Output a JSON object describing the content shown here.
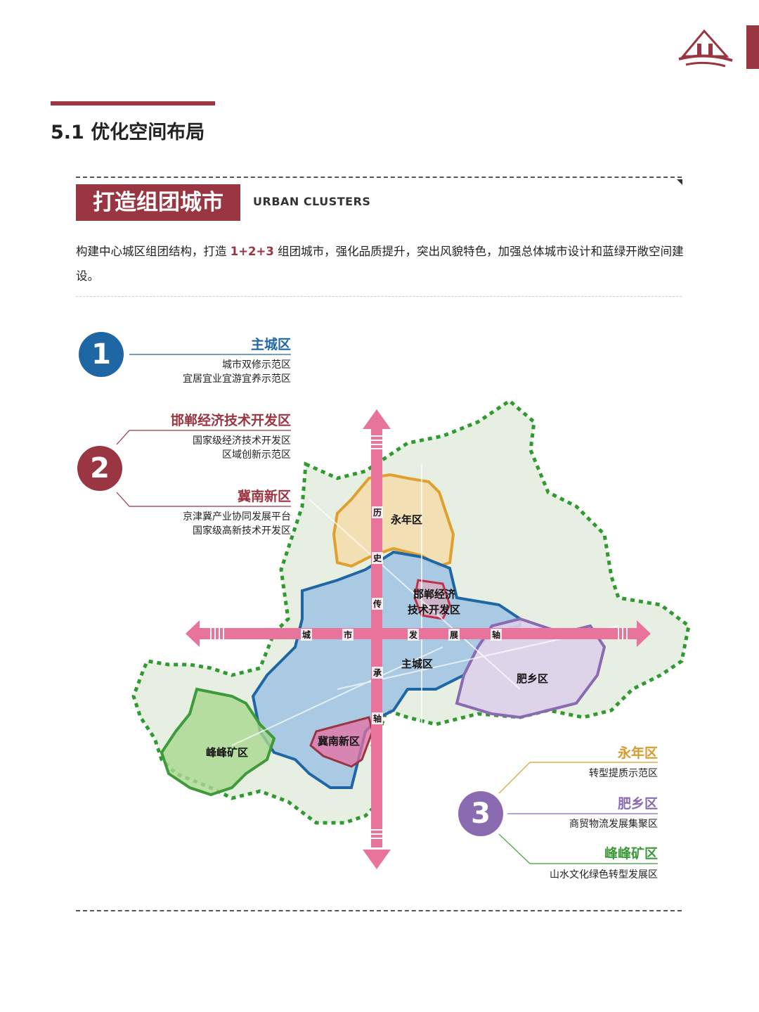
{
  "section": {
    "title": "5.1 优化空间布局"
  },
  "banner": {
    "title_cn": "打造组团城市",
    "title_en": "URBAN CLUSTERS"
  },
  "intro": {
    "before": "构建中心城区组团结构，打造 ",
    "highlight": "1+2+3",
    "after": " 组团城市，强化品质提升，突出风貌特色，加强总体城市设计和蓝绿开敞空间建设。"
  },
  "clusters": [
    {
      "number": "1",
      "color": "#1f67a4",
      "items": [
        {
          "name": "主城区",
          "lines": [
            "城市双修示范区",
            "宜居宜业宜游宜养示范区"
          ]
        }
      ]
    },
    {
      "number": "2",
      "color": "#9a3542",
      "items": [
        {
          "name": "邯郸经济技术开发区",
          "lines": [
            "国家级经济技术开发区",
            "区域创新示范区"
          ]
        },
        {
          "name": "冀南新区",
          "lines": [
            "京津冀产业协同发展平台",
            "国家级高新技术开发区"
          ]
        }
      ]
    },
    {
      "number": "3",
      "color": "#8a6bb2",
      "items": [
        {
          "name": "永年区",
          "color": "#d99a2a",
          "lines": [
            "转型提质示范区"
          ]
        },
        {
          "name": "肥乡区",
          "color": "#8a6bb2",
          "lines": [
            "商贸物流发展集聚区"
          ]
        },
        {
          "name": "峰峰矿区",
          "color": "#3e9a3a",
          "lines": [
            "山水文化绿色转型发展区"
          ]
        }
      ]
    }
  ],
  "map": {
    "labels": {
      "yongnian": "永年区",
      "kaifa_1": "邯郸经济",
      "kaifa_2": "技术开发区",
      "main": "主城区",
      "feixiang": "肥乡区",
      "jinan": "冀南新区",
      "fengfeng": "峰峰矿区"
    },
    "vertical_axis": [
      "历",
      "史",
      "传",
      "承",
      "轴"
    ],
    "horizontal_axis": [
      "城",
      "市",
      "发",
      "展",
      "轴"
    ]
  },
  "colors": {
    "accent": "#9a3542",
    "blue": "#1f67a4",
    "purple": "#8a6bb2",
    "orange": "#d99a2a",
    "green": "#3e9a3a",
    "axis_pink": "#e8739b"
  }
}
